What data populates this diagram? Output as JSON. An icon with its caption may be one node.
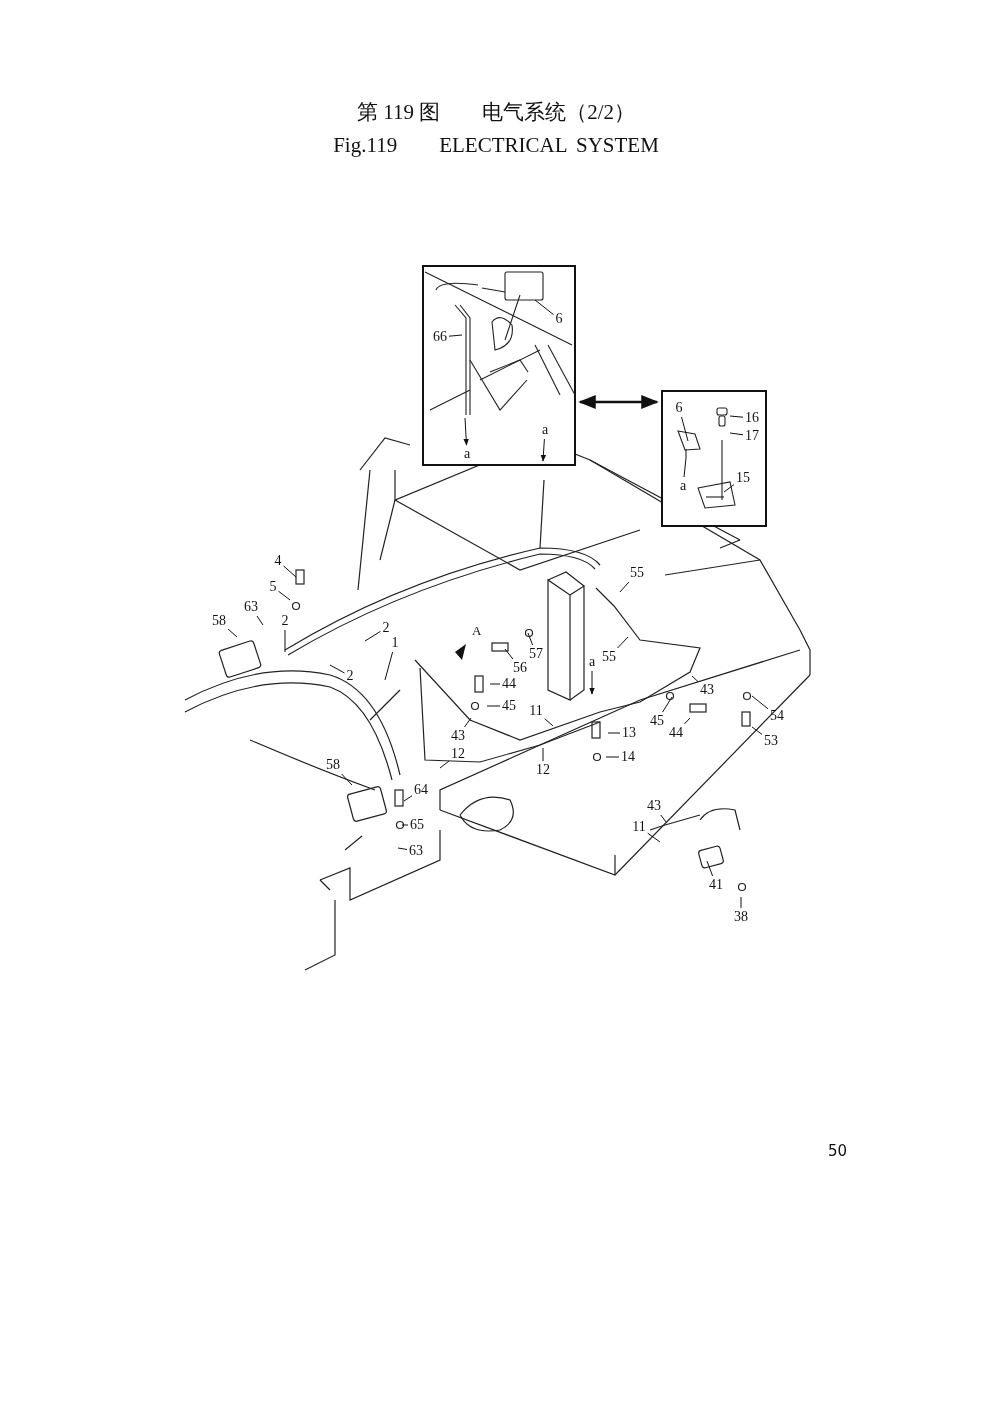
{
  "diagram": {
    "title": "第 119 图　　电气系统（2/2）",
    "nodes": [
      {
        "text": [],
        "shape": "box"
      },
      {
        "text": [
          "6"
        ],
        "in": 0
      },
      {
        "text": [
          "66"
        ],
        "in": 0
      },
      {
        "text": [
          "a"
        ],
        "in": 0
      },
      {
        "text": [],
        "shape": "box"
      },
      {
        "text": [
          "6"
        ],
        "in": 4
      },
      {
        "text": [
          "16"
        ],
        "in": 4
      },
      {
        "text": [
          "17"
        ],
        "in": 4
      },
      {
        "text": [
          "a"
        ],
        "in": 4
      },
      {
        "text": [
          "15"
        ],
        "in": 4
      },
      {
        "text": [
          "a"
        ],
        "in": 0
      },
      {
        "text": [
          "4"
        ]
      },
      {
        "text": [
          "5"
        ]
      },
      {
        "text": [
          "63"
        ]
      },
      {
        "text": [
          "58"
        ]
      },
      {
        "text": [
          "2"
        ]
      },
      {
        "text": [
          "2"
        ]
      },
      {
        "text": [
          "1"
        ]
      },
      {
        "text": [
          "2"
        ]
      },
      {
        "text": [
          "55"
        ]
      },
      {
        "text": [
          "57"
        ]
      },
      {
        "text": [
          "56"
        ]
      },
      {
        "text": [
          "55"
        ]
      },
      {
        "text": [
          "a"
        ]
      },
      {
        "text": [
          "44"
        ]
      },
      {
        "text": [
          "45"
        ]
      },
      {
        "text": [
          "43"
        ]
      },
      {
        "text": [
          "11"
        ]
      },
      {
        "text": [
          "43"
        ]
      },
      {
        "text": [
          "45"
        ]
      },
      {
        "text": [
          "44"
        ]
      },
      {
        "text": [
          "54"
        ]
      },
      {
        "text": [
          "53"
        ]
      },
      {
        "text": [
          "13"
        ]
      },
      {
        "text": [
          "12"
        ]
      },
      {
        "text": [
          "12"
        ]
      },
      {
        "text": [
          "14"
        ]
      },
      {
        "text": [
          "58"
        ]
      },
      {
        "text": [
          "64"
        ]
      },
      {
        "text": [
          "65"
        ]
      },
      {
        "text": [
          "63"
        ]
      },
      {
        "text": [
          "43"
        ]
      },
      {
        "text": [
          "11"
        ]
      },
      {
        "text": [
          "41"
        ]
      },
      {
        "text": [
          "38"
        ]
      }
    ],
    "edges": [
      {
        "from": 0,
        "to": 4,
        "arrow": "both"
      },
      {
        "from": 1,
        "to": null,
        "arrow": "none"
      },
      {
        "from": 2,
        "to": null,
        "arrow": "none"
      },
      {
        "from": null,
        "to": 3,
        "arrow": "to"
      },
      {
        "from": 5,
        "to": null,
        "arrow": "none"
      },
      {
        "from": 6,
        "to": null,
        "arrow": "none"
      },
      {
        "from": 7,
        "to": null,
        "arrow": "none"
      },
      {
        "from": 8,
        "to": null,
        "arrow": "none"
      },
      {
        "from": 9,
        "to": null,
        "arrow": "none"
      },
      {
        "from": 10,
        "to": null,
        "arrow": "to"
      },
      {
        "from": 11,
        "to": null,
        "arrow": "none"
      },
      {
        "from": 12,
        "to": null,
        "arrow": "none"
      },
      {
        "from": 13,
        "to": null,
        "arrow": "none"
      },
      {
        "from": 14,
        "to": null,
        "arrow": "none"
      },
      {
        "from": 15,
        "to": null,
        "arrow": "none"
      },
      {
        "from": 16,
        "to": null,
        "arrow": "none"
      },
      {
        "from": 17,
        "to": null,
        "arrow": "none"
      },
      {
        "from": 18,
        "to": null,
        "arrow": "none"
      },
      {
        "from": 19,
        "to": null,
        "arrow": "none"
      },
      {
        "from": 20,
        "to": null,
        "arrow": "none"
      },
      {
        "from": 21,
        "to": null,
        "arrow": "none"
      },
      {
        "from": 22,
        "to": null,
        "arrow": "none"
      },
      {
        "from": 23,
        "to": null,
        "arrow": "to"
      },
      {
        "from": 24,
        "to": null,
        "arrow": "none"
      },
      {
        "from": 25,
        "to": null,
        "arrow": "none"
      },
      {
        "from": 26,
        "to": null,
        "arrow": "none"
      },
      {
        "from": 27,
        "to": null,
        "arrow": "none"
      },
      {
        "from": 28,
        "to": null,
        "arrow": "none"
      },
      {
        "from": 29,
        "to": null,
        "arrow": "none"
      },
      {
        "from": 30,
        "to": null,
        "arrow": "none"
      },
      {
        "from": 31,
        "to": null,
        "arrow": "none"
      },
      {
        "from": 32,
        "to": null,
        "arrow": "none"
      },
      {
        "from": 33,
        "to": null,
        "arrow": "none"
      },
      {
        "from": 34,
        "to": null,
        "arrow": "none"
      },
      {
        "from": 35,
        "to": null,
        "arrow": "none"
      },
      {
        "from": 36,
        "to": null,
        "arrow": "none"
      },
      {
        "from": 37,
        "to": null,
        "arrow": "none"
      },
      {
        "from": 38,
        "to": null,
        "arrow": "none"
      },
      {
        "from": 39,
        "to": null,
        "arrow": "none"
      },
      {
        "from": 40,
        "to": null,
        "arrow": "none"
      },
      {
        "from": 41,
        "to": null,
        "arrow": "none"
      },
      {
        "from": 42,
        "to": null,
        "arrow": "none"
      },
      {
        "from": 43,
        "to": null,
        "arrow": "none"
      },
      {
        "from": 44,
        "to": null,
        "arrow": "none"
      }
    ],
    "labels": [
      "Fig.119　　ELECTRICAL SYSTEM",
      "A",
      "50"
    ]
  }
}
